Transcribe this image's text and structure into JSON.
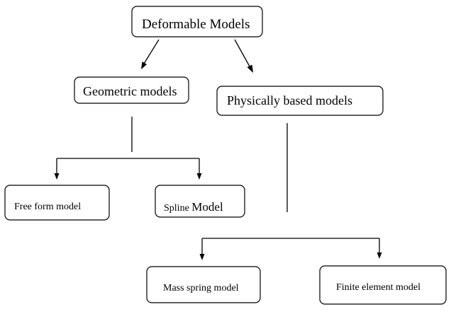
{
  "diagram": {
    "nodes": {
      "root": "Deformable Models",
      "geometric": "Geometric models",
      "physical": "Physically based models",
      "free_form": "Free form model",
      "spline_prefix": "Spline ",
      "spline_suffix": "Model",
      "mass_spring": "Mass spring model",
      "finite_element": "Finite element model"
    }
  }
}
